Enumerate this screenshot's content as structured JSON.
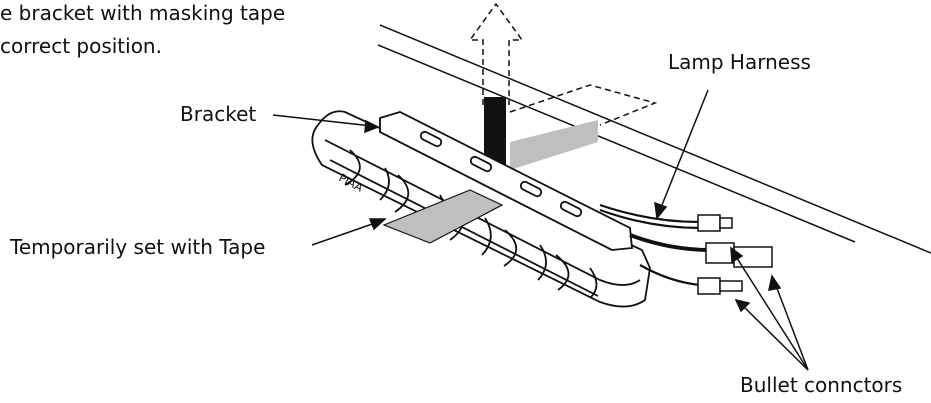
{
  "instruction": {
    "line1": "e bracket with masking tape",
    "line2": "correct position."
  },
  "labels": {
    "bracket": "Bracket",
    "lamp_harness": "Lamp Harness",
    "tape": "Temporarily set with Tape",
    "bullet_connectors": "Bullet connctors"
  },
  "lamp_logo": "PIAA",
  "colors": {
    "ink": "#111111",
    "tape_fill": "#bfbfbf",
    "background": "#ffffff"
  }
}
